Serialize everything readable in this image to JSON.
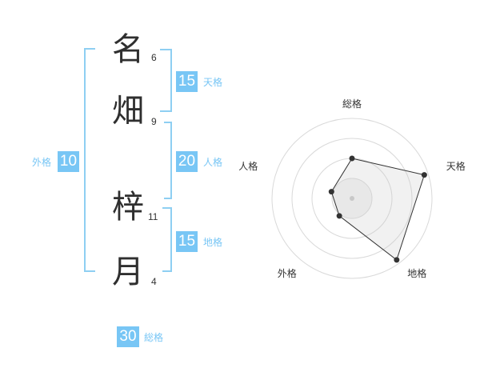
{
  "name": {
    "characters": [
      {
        "char": "名",
        "strokes": "6"
      },
      {
        "char": "畑",
        "strokes": "9"
      },
      {
        "char": "梓",
        "strokes": "11"
      },
      {
        "char": "月",
        "strokes": "4"
      }
    ]
  },
  "kaku": {
    "tenkaku": {
      "value": "15",
      "label": "天格"
    },
    "jinkaku": {
      "value": "20",
      "label": "人格"
    },
    "chikaku": {
      "value": "15",
      "label": "地格"
    },
    "gaikaku": {
      "value": "10",
      "label": "外格"
    },
    "soukaku": {
      "value": "30",
      "label": "総格"
    }
  },
  "colors": {
    "accent": "#78c6f5",
    "bracket": "#8ecff2",
    "text": "#2f2f2f"
  },
  "chart_data": {
    "type": "radar",
    "axes": [
      "総格",
      "天格",
      "地格",
      "外格",
      "人格"
    ],
    "values": [
      0.5,
      0.95,
      0.95,
      0.27,
      0.27
    ],
    "rings": 4
  }
}
